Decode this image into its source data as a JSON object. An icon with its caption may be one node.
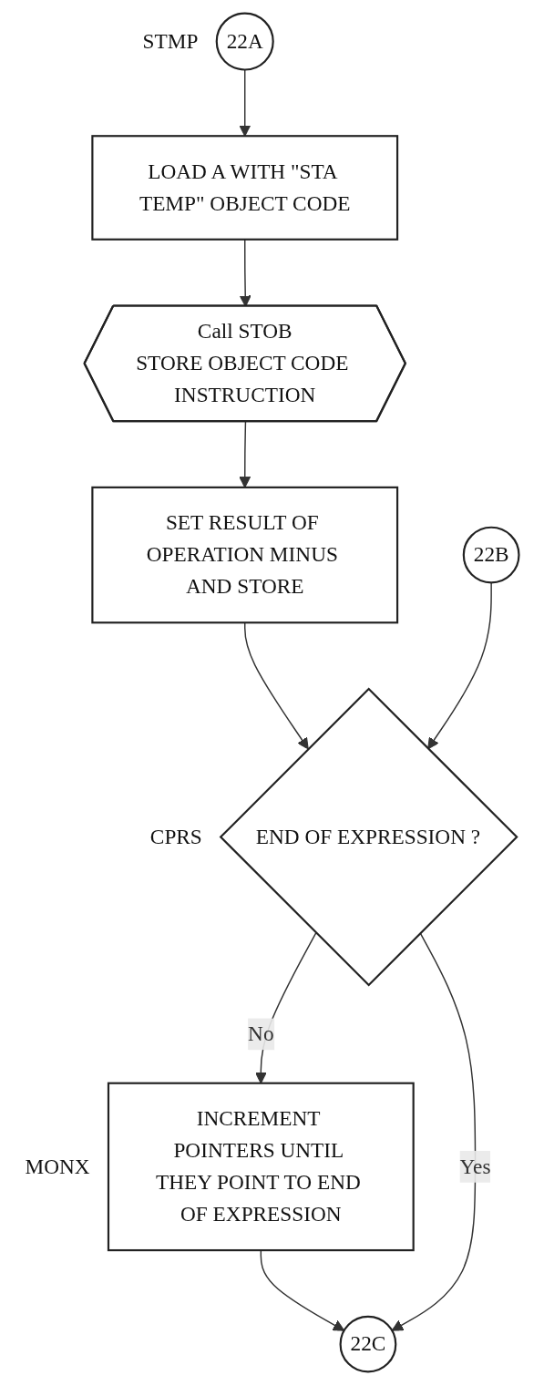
{
  "diagram": {
    "nodes": [
      {
        "text": [
          "22A"
        ],
        "beside": [
          "STMP"
        ]
      },
      {
        "text": [
          "LOAD A WITH \"STA TEMP\" OBJECT CODE"
        ]
      },
      {
        "text": [
          "Call STOB",
          "STORE OBJECT CODE INSTRUCTION"
        ]
      },
      {
        "text": [
          "SET RESULT OF OPERATION MINUS AND STORE"
        ]
      },
      {
        "text": [
          "22B"
        ]
      },
      {
        "text": [
          "END OF EXPRESSION ?"
        ],
        "beside": [
          "CPRS"
        ]
      },
      {
        "text": [
          "INCREMENT POINTERS UNTIL THEY POINT TO END OF EXPRESSION"
        ],
        "beside": [
          "MONX"
        ]
      },
      {
        "text": [
          "22C"
        ]
      }
    ],
    "edges": [
      {
        "from": 0,
        "to": 1,
        "arrow": "to"
      },
      {
        "from": 1,
        "to": 2,
        "arrow": "to"
      },
      {
        "from": 2,
        "to": 3,
        "arrow": "to"
      },
      {
        "from": 3,
        "to": 5,
        "arrow": "to"
      },
      {
        "from": 4,
        "to": 5,
        "arrow": "to"
      },
      {
        "from": 5,
        "to": 6,
        "label": "No",
        "arrow": "to"
      },
      {
        "from": 6,
        "to": 7,
        "arrow": "to"
      },
      {
        "from": 5,
        "to": 7,
        "label": "Yes",
        "arrow": "to"
      }
    ]
  }
}
